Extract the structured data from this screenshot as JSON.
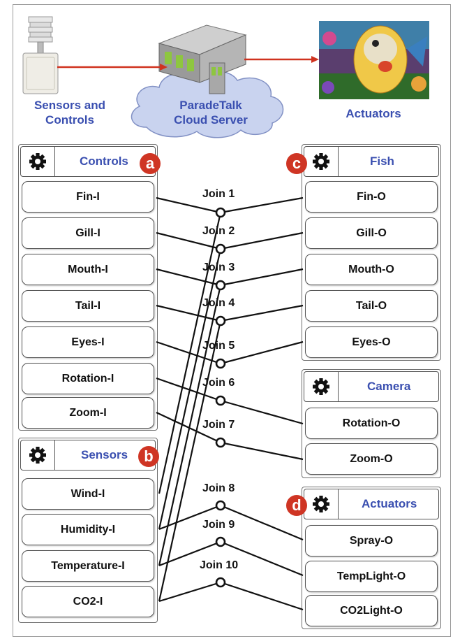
{
  "top": {
    "sensors_label_line1": "Sensors and",
    "sensors_label_line2": "Controls",
    "server_label_line1": "ParadeTalk",
    "server_label_line2": "Cloud Server",
    "actuators_label": "Actuators"
  },
  "panels": {
    "controls": {
      "title": "Controls",
      "badge": "a",
      "items": [
        "Fin-I",
        "Gill-I",
        "Mouth-I",
        "Tail-I",
        "Eyes-I",
        "Rotation-I",
        "Zoom-I"
      ]
    },
    "sensors": {
      "title": "Sensors",
      "badge": "b",
      "items": [
        "Wind-I",
        "Humidity-I",
        "Temperature-I",
        "CO2-I"
      ]
    },
    "fish": {
      "title": "Fish",
      "badge": "c",
      "items": [
        "Fin-O",
        "Gill-O",
        "Mouth-O",
        "Tail-O",
        "Eyes-O"
      ]
    },
    "camera": {
      "title": "Camera",
      "items": [
        "Rotation-O",
        "Zoom-O"
      ]
    },
    "actuators": {
      "title": "Actuators",
      "badge": "d",
      "items": [
        "Spray-O",
        "TempLight-O",
        "CO2Light-O"
      ]
    }
  },
  "joins": [
    "Join 1",
    "Join 2",
    "Join 3",
    "Join 4",
    "Join 5",
    "Join 6",
    "Join 7",
    "Join 8",
    "Join 9",
    "Join 10"
  ],
  "colors": {
    "title_blue": "#3a4fb0",
    "badge_red": "#cf3524",
    "arrow_red": "#d0321f",
    "cloud_fill": "#c9d3ef"
  },
  "icons": [
    "gear-icon",
    "sensor-station-icon",
    "server-icon",
    "koi-fish-image",
    "cloud-shape"
  ]
}
